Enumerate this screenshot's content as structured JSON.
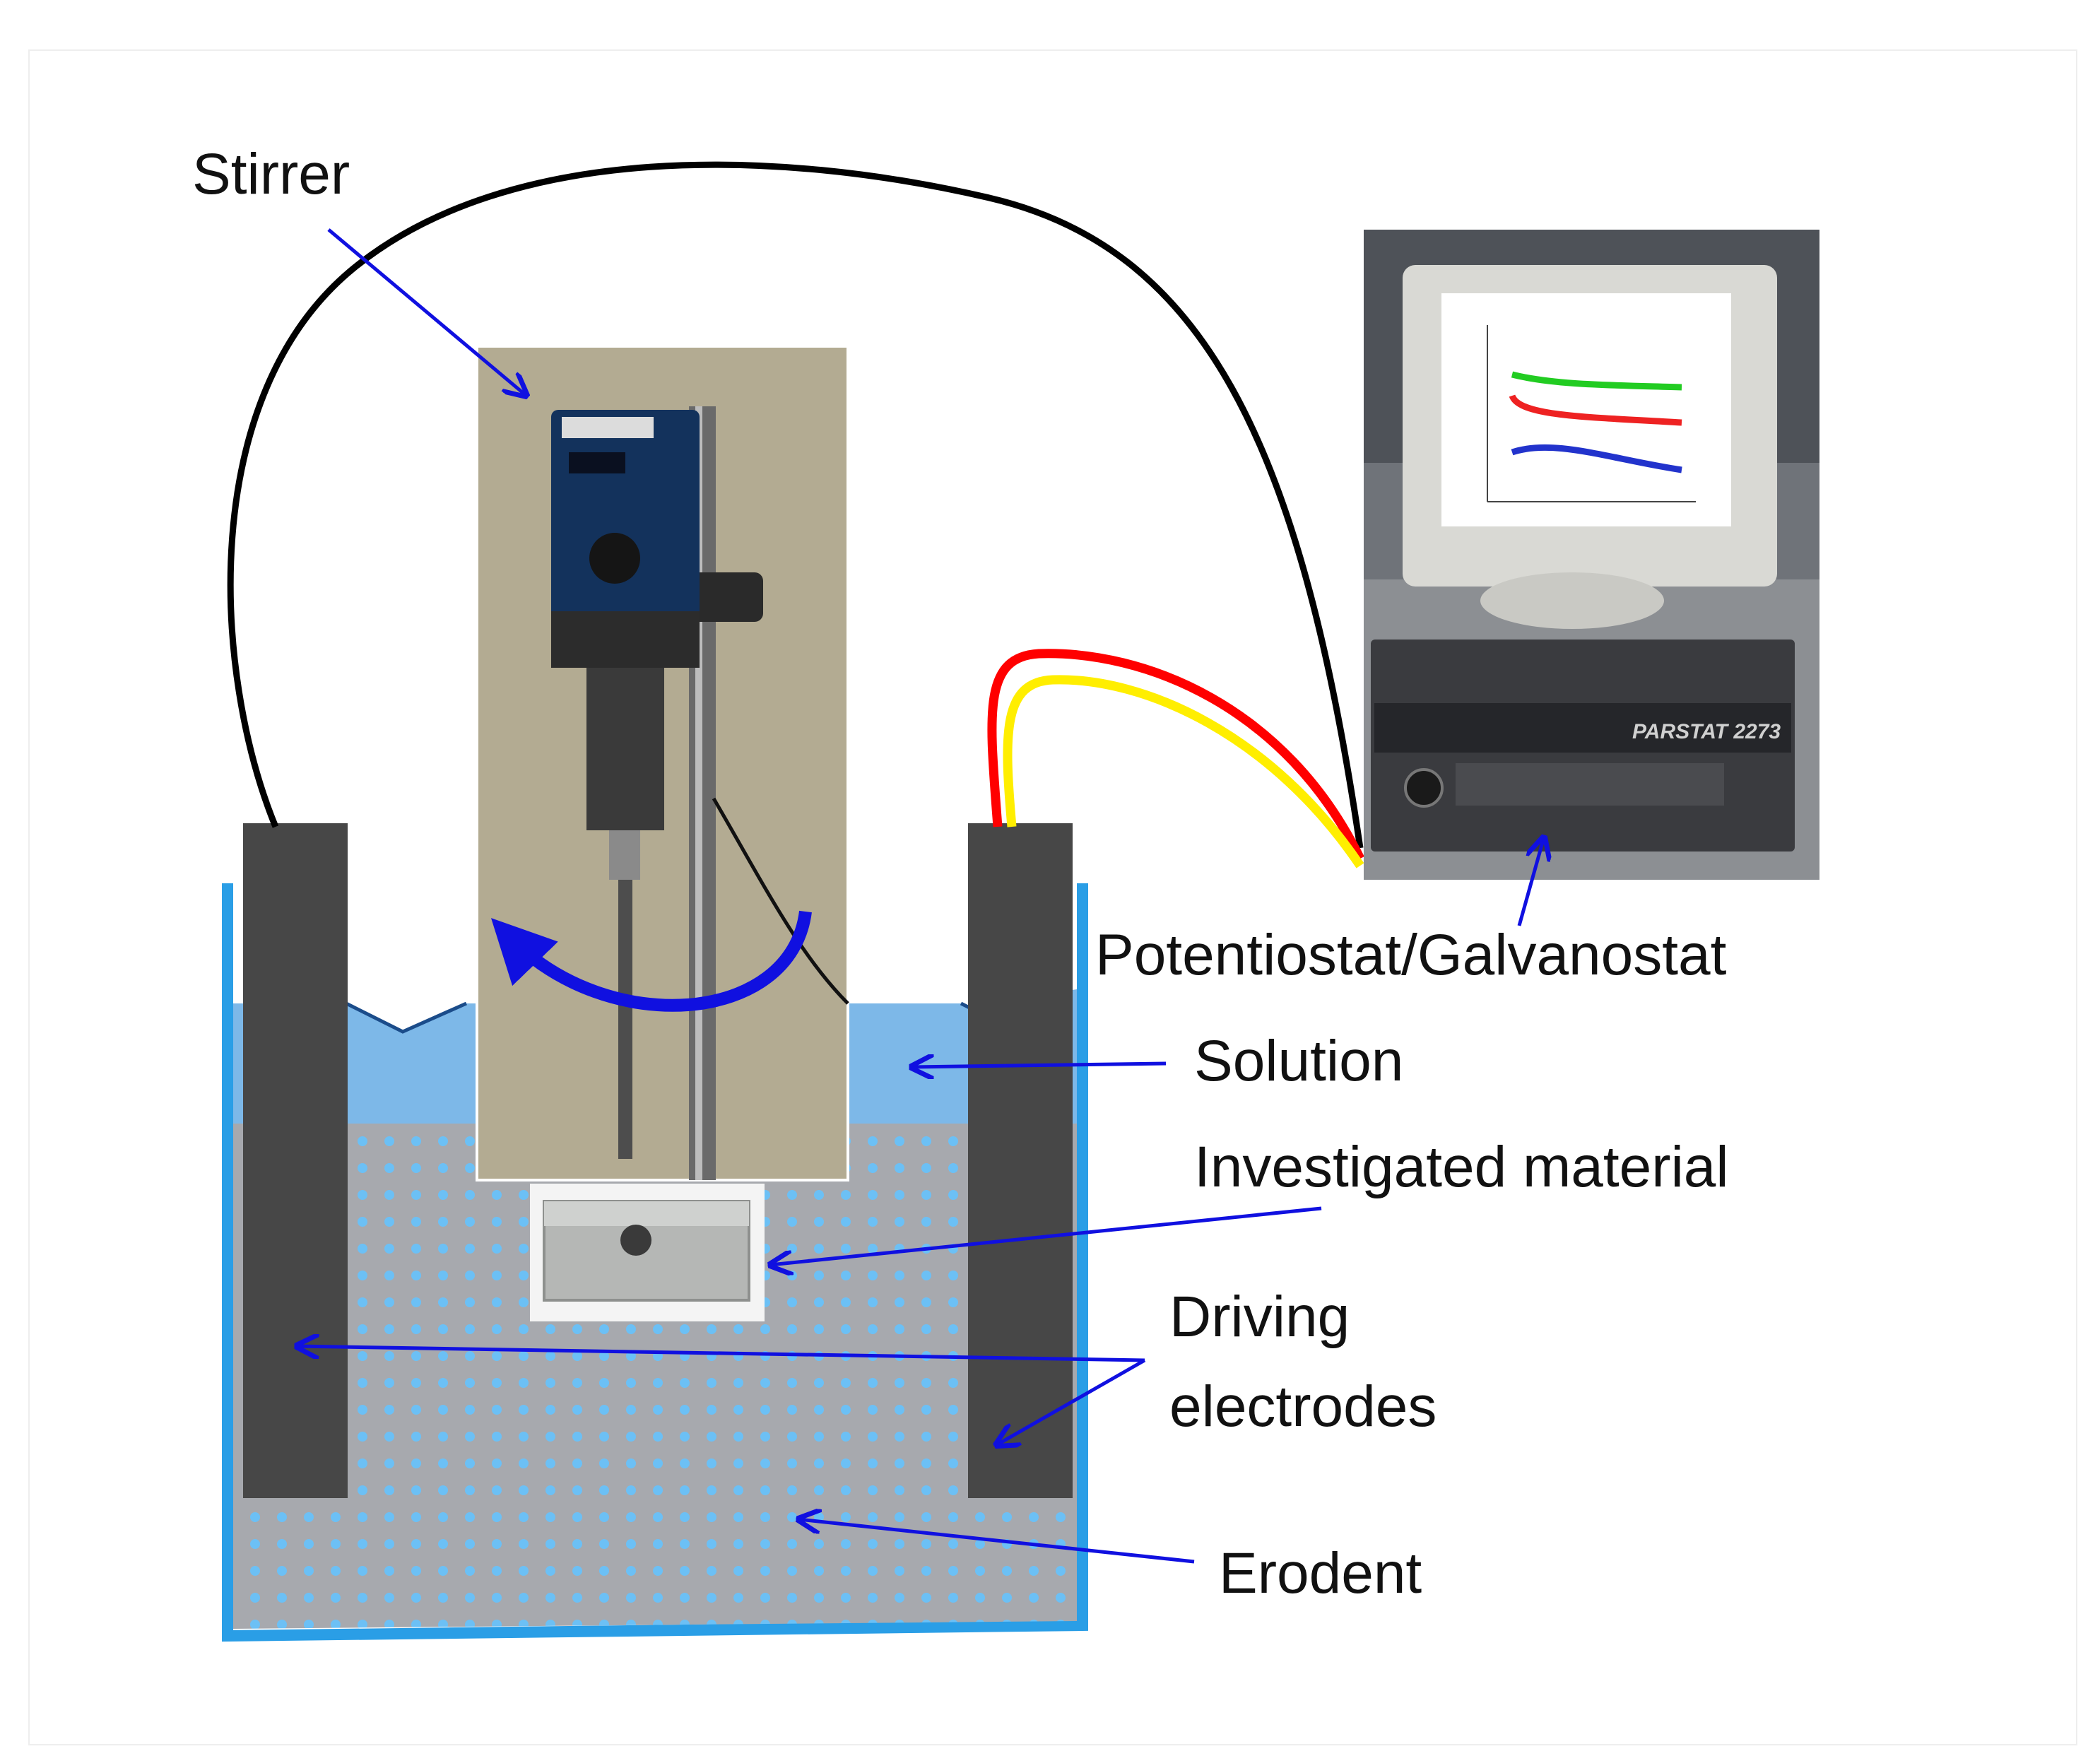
{
  "labels": {
    "stirrer": "Stirrer",
    "potentiostat": "Potentiostat/Galvanostat",
    "solution": "Solution",
    "investigated_material": "Investigated material",
    "driving_electrodes": "Driving\nelectrodes",
    "erodent": "Erodent"
  },
  "monitor_screen": {
    "series_colors": [
      "#22cc22",
      "#ee2222",
      "#2233cc"
    ]
  },
  "device": {
    "model": "PARSTAT 2273"
  },
  "colors": {
    "arrow": "#1010e0",
    "tank_wall": "#2a9ee6",
    "solution": "#7db8e8",
    "erodent": "#a7a9ae",
    "erodent_dots": "#6cc0f5",
    "electrode": "#474747",
    "wire_black": "#000000",
    "wire_red": "#ff0000",
    "wire_yellow": "#ffee00"
  }
}
